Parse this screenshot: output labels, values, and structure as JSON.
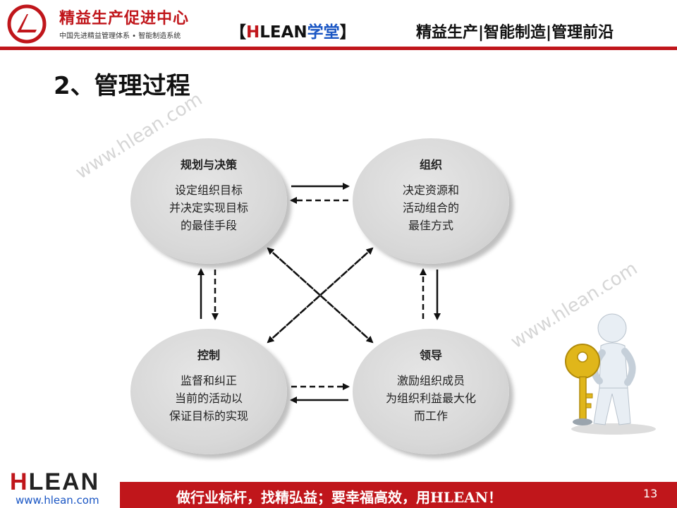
{
  "header": {
    "logo_title": "精益生产促进中心",
    "logo_subtitle": "中国先进精益管理体系 • 智能制造系统",
    "brand_open": "【",
    "brand_h": "H",
    "brand_lean": "LEAN",
    "brand_school": "学堂",
    "brand_close": "】",
    "tagline": "精益生产|智能制造|管理前沿"
  },
  "slide": {
    "title": "2、管理过程"
  },
  "watermarks": [
    "www.hlean.com",
    "www.hlean.com"
  ],
  "nodes": {
    "planning": {
      "title": "规划与决策",
      "lines": [
        "设定组织目标",
        "并决定实现目标",
        "的最佳手段"
      ]
    },
    "organizing": {
      "title": "组织",
      "lines": [
        "决定资源和",
        "活动组合的",
        "最佳方式"
      ]
    },
    "controlling": {
      "title": "控制",
      "lines": [
        "监督和纠正",
        "当前的活动以",
        "保证目标的实现"
      ]
    },
    "leading": {
      "title": "领导",
      "lines": [
        "激励组织成员",
        "为组织利益最大化",
        "而工作"
      ]
    }
  },
  "footer": {
    "slogan": "做行业标杆，找精弘益；要幸福高效，用HLEAN！",
    "page_number": "13",
    "logo_h": "H",
    "logo_rest": "LEAN",
    "url": "www.hlean.com"
  },
  "colors": {
    "accent": "#c0161b",
    "link": "#1a56c4"
  }
}
